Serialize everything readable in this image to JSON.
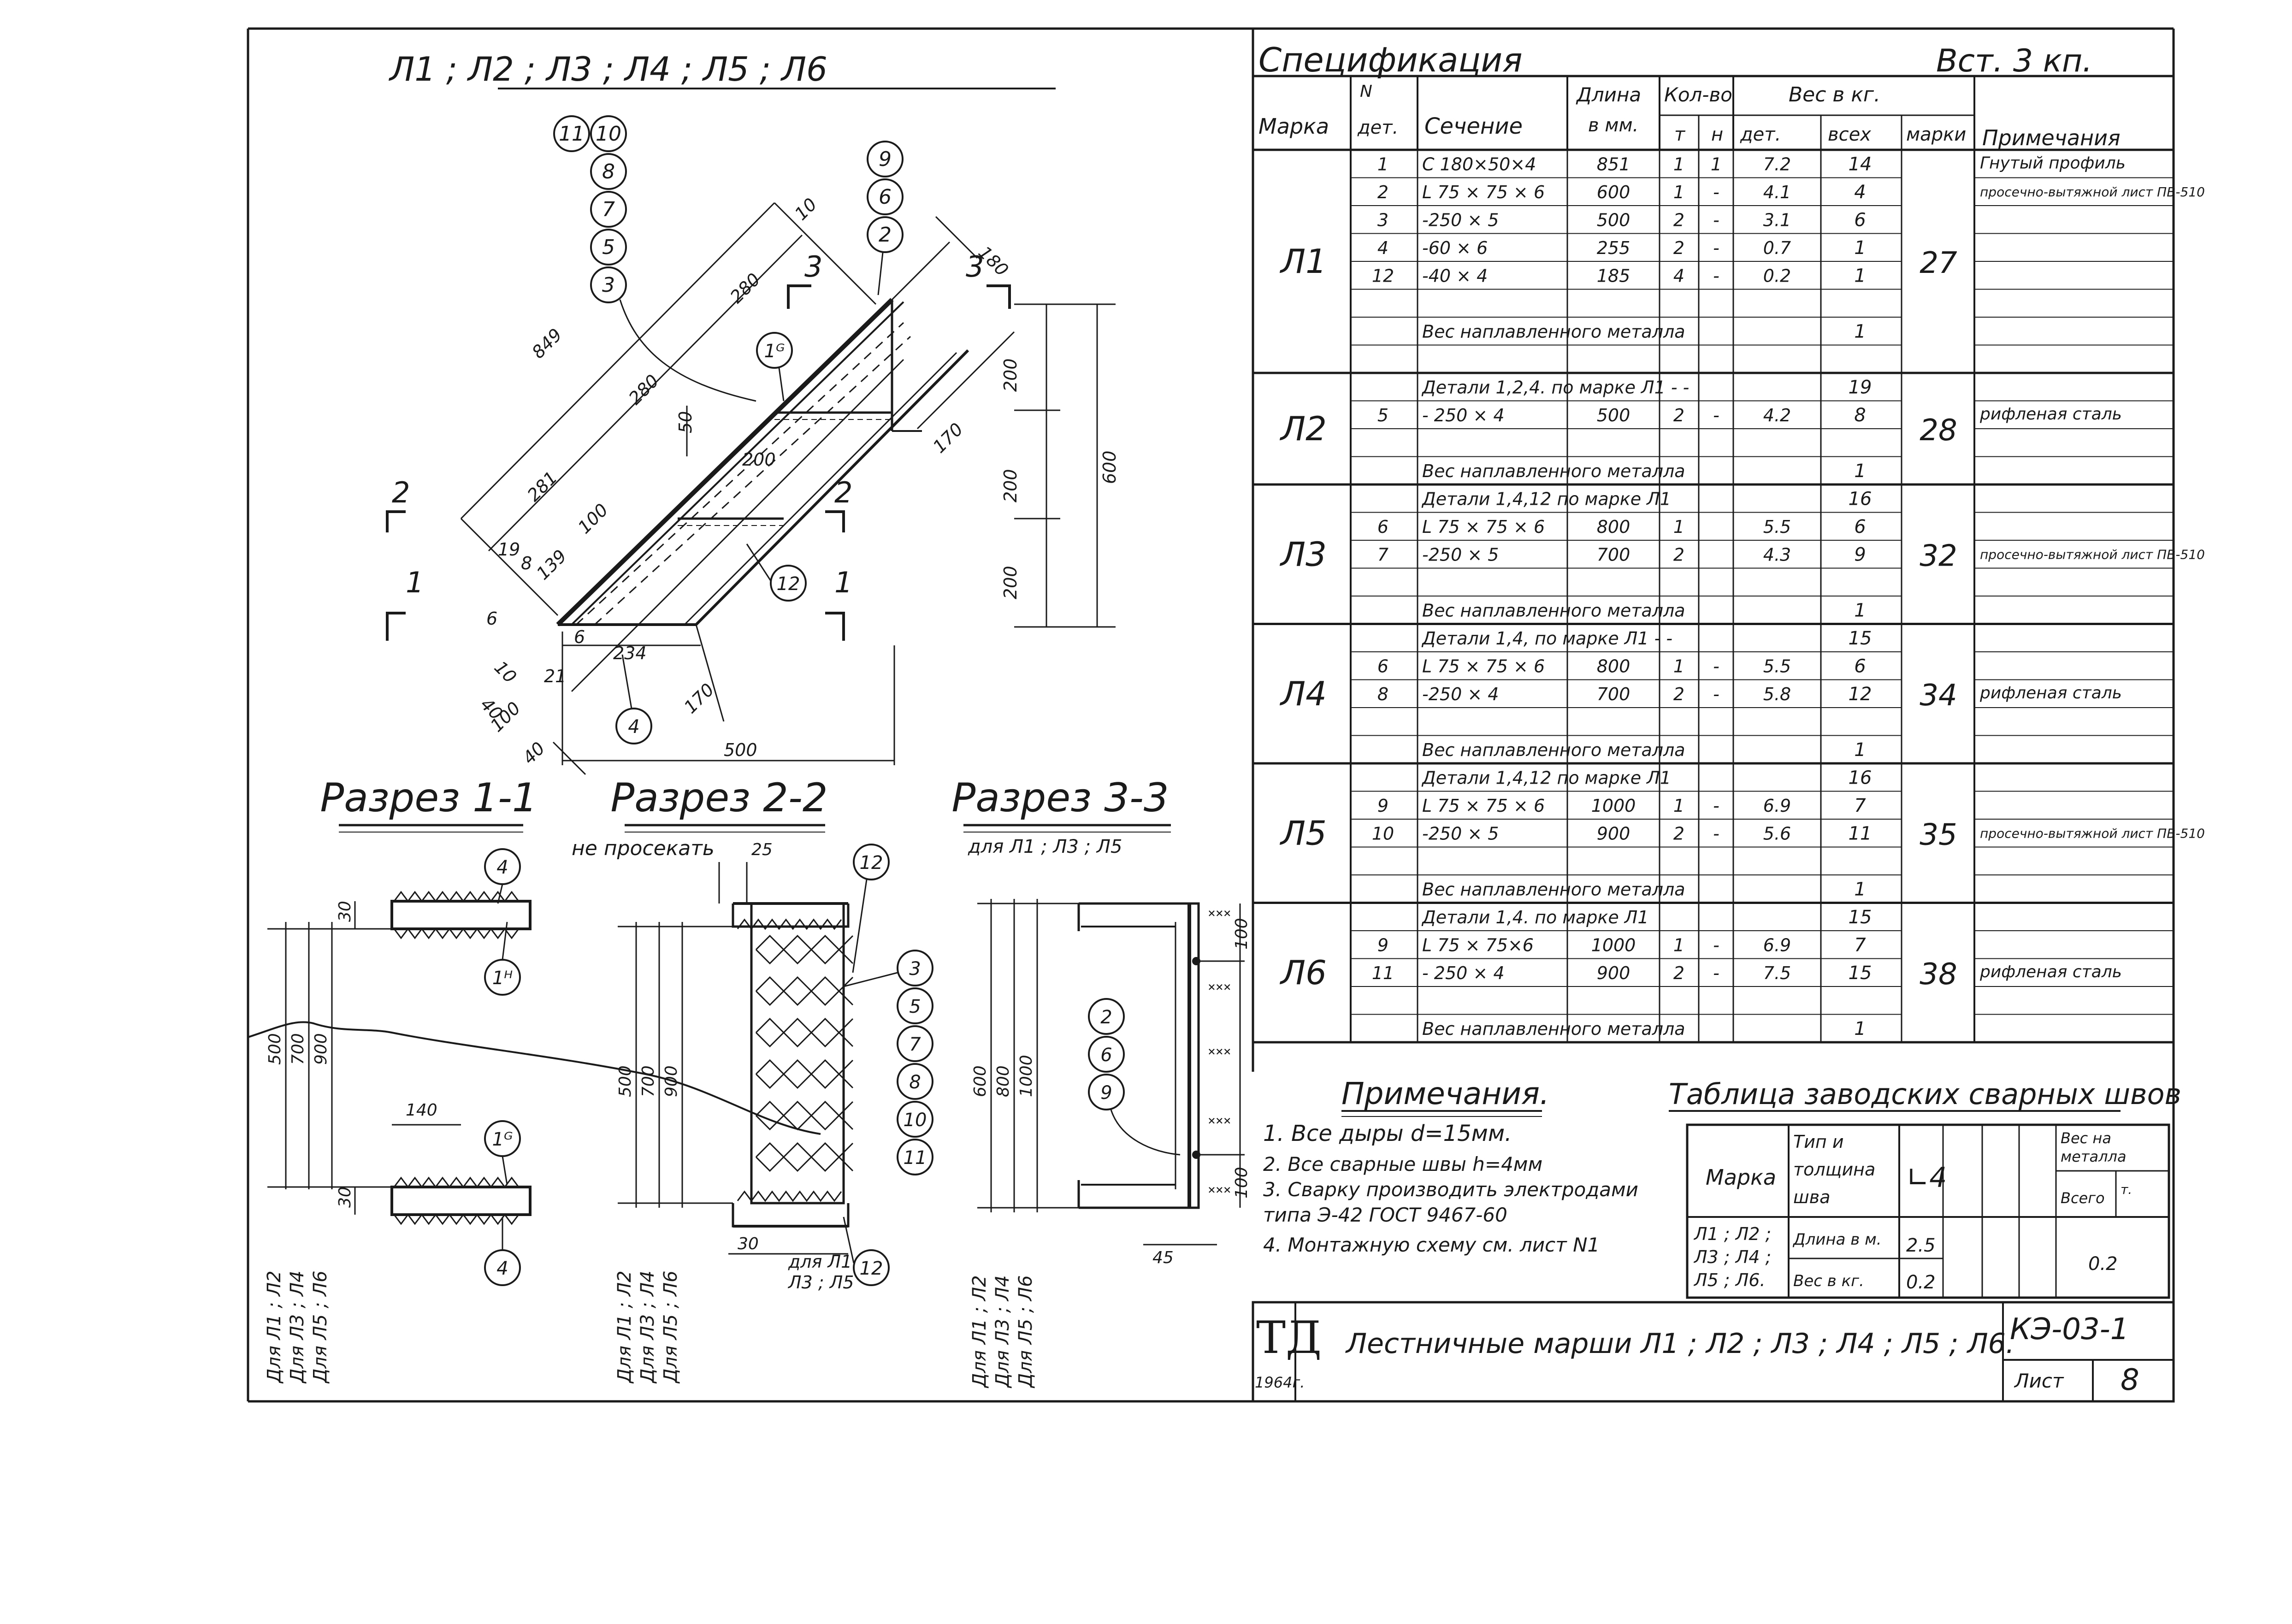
{
  "drawing": {
    "title": "Л1 ; Л2 ; Л3 ; Л4 ; Л5 ; Л6",
    "callouts_left": [
      "11",
      "10",
      "8",
      "7",
      "5",
      "3"
    ],
    "callouts_top": [
      "9",
      "6",
      "2"
    ],
    "callout_1g": "1ᴳ",
    "callout_12": "12",
    "callout_4": "4",
    "section_marks": {
      "s1": "1",
      "s2": "2",
      "s3": "3"
    },
    "dims": {
      "d849": "849",
      "d280a": "280",
      "d280b": "280",
      "d281": "281",
      "d10": "10",
      "d180": "180",
      "d200a": "200",
      "d200b": "200",
      "d200c": "200",
      "d600": "600",
      "d170a": "170",
      "d170b": "170",
      "d50": "50",
      "d200h": "200",
      "d100": "100",
      "d19": "19",
      "d8": "8",
      "d139": "139",
      "d6a": "6",
      "d6b": "6",
      "d234": "234",
      "d10b": "10",
      "d21": "21",
      "d40": "40",
      "d100b": "100",
      "d40b": "40",
      "d500": "500"
    }
  },
  "sections": {
    "s11": {
      "title": "Разрез 1-1",
      "callouts": [
        "4",
        "1ᴴ",
        "1ᴳ",
        "4"
      ],
      "dims": [
        "30",
        "30",
        "140",
        "500",
        "700",
        "900"
      ],
      "labels": [
        "Для Л1 ; Л2",
        "Для Л3 ; Л4",
        "Для Л5 ; Л6"
      ]
    },
    "s22": {
      "title": "Разрез 2-2",
      "note": "не просекать",
      "d25": "25",
      "callouts": [
        "12",
        "3",
        "5",
        "7",
        "8",
        "10",
        "11",
        "12"
      ],
      "dims": [
        "500",
        "700",
        "900",
        "30"
      ],
      "bottom_note_1": "для Л1",
      "bottom_note_2": "Л3 ; Л5",
      "labels": [
        "Для Л1 ; Л2",
        "Для Л3 ; Л4",
        "Для Л5 ; Л6"
      ]
    },
    "s33": {
      "title": "Разрез 3-3",
      "note": "для Л1 ; Л3 ; Л5",
      "callouts": [
        "2",
        "6",
        "9"
      ],
      "dims": [
        "600",
        "800",
        "1000",
        "100",
        "100",
        "45"
      ],
      "labels": [
        "Для Л1 ; Л2",
        "Для Л3 ; Л4",
        "Для Л5 ; Л6"
      ]
    }
  },
  "spec": {
    "title": "Спецификация",
    "material": "Вст. 3 кп.",
    "headers": {
      "marka": "Марка",
      "n_det_1": "N",
      "n_det_2": "дет.",
      "sechenie": "Сечение",
      "dlina_1": "Длина",
      "dlina_2": "в мм.",
      "kolvo": "Кол-во",
      "t": "т",
      "n": "н",
      "ves": "Вес в кг.",
      "ves_det": "дет.",
      "ves_vseh": "всех",
      "ves_marki": "марки",
      "primech": "Примечания"
    },
    "groups": [
      {
        "mark": "Л1",
        "total": "27",
        "rows": [
          {
            "n": "1",
            "sec": "С 180×50×4",
            "len": "851",
            "t": "1",
            "h": "1",
            "wd": "7.2",
            "wa": "14",
            "note": "Гнутый профиль"
          },
          {
            "n": "2",
            "sec": "L 75 × 75 × 6",
            "len": "600",
            "t": "1",
            "h": "-",
            "wd": "4.1",
            "wa": "4",
            "note": "просечно-вытяжной лист ПВ-510"
          },
          {
            "n": "3",
            "sec": "-250 × 5",
            "len": "500",
            "t": "2",
            "h": "-",
            "wd": "3.1",
            "wa": "6",
            "note": ""
          },
          {
            "n": "4",
            "sec": "-60 × 6",
            "len": "255",
            "t": "2",
            "h": "-",
            "wd": "0.7",
            "wa": "1",
            "note": ""
          },
          {
            "n": "12",
            "sec": "-40 × 4",
            "len": "185",
            "t": "4",
            "h": "-",
            "wd": "0.2",
            "wa": "1",
            "note": ""
          },
          {
            "n": "",
            "sec": "",
            "len": "",
            "t": "",
            "h": "",
            "wd": "",
            "wa": "",
            "note": ""
          },
          {
            "n": "",
            "sec": "Вес наплавленного металла",
            "len": "",
            "t": "",
            "h": "",
            "wd": "",
            "wa": "1",
            "note": "",
            "span": true
          },
          {
            "n": "",
            "sec": "",
            "len": "",
            "t": "",
            "h": "",
            "wd": "",
            "wa": "",
            "note": ""
          }
        ]
      },
      {
        "mark": "Л2",
        "total": "28",
        "rows": [
          {
            "n": "",
            "sec": "Детали 1,2,4.   по марке Л1   -   -",
            "len": "",
            "t": "",
            "h": "",
            "wd": "",
            "wa": "19",
            "note": "",
            "span": true
          },
          {
            "n": "5",
            "sec": "- 250 × 4",
            "len": "500",
            "t": "2",
            "h": "-",
            "wd": "4.2",
            "wa": "8",
            "note": "рифленая сталь"
          },
          {
            "n": "",
            "sec": "",
            "len": "",
            "t": "",
            "h": "",
            "wd": "",
            "wa": "",
            "note": ""
          },
          {
            "n": "",
            "sec": "Вес наплавленного металла",
            "len": "",
            "t": "",
            "h": "",
            "wd": "",
            "wa": "1",
            "note": "",
            "span": true
          }
        ]
      },
      {
        "mark": "Л3",
        "total": "32",
        "rows": [
          {
            "n": "",
            "sec": "Детали 1,4,12 по марке Л1",
            "len": "",
            "t": "",
            "h": "",
            "wd": "",
            "wa": "16",
            "note": "",
            "span": true
          },
          {
            "n": "6",
            "sec": "L 75 × 75 × 6",
            "len": "800",
            "t": "1",
            "h": "",
            "wd": "5.5",
            "wa": "6",
            "note": ""
          },
          {
            "n": "7",
            "sec": "-250 × 5",
            "len": "700",
            "t": "2",
            "h": "",
            "wd": "4.3",
            "wa": "9",
            "note": "просечно-вытяжной лист ПВ-510"
          },
          {
            "n": "",
            "sec": "",
            "len": "",
            "t": "",
            "h": "",
            "wd": "",
            "wa": "",
            "note": ""
          },
          {
            "n": "",
            "sec": "Вес наплавленного металла",
            "len": "",
            "t": "",
            "h": "",
            "wd": "",
            "wa": "1",
            "note": "",
            "span": true
          }
        ]
      },
      {
        "mark": "Л4",
        "total": "34",
        "rows": [
          {
            "n": "",
            "sec": "Детали 1,4,   по марке Л1   -   -",
            "len": "",
            "t": "",
            "h": "",
            "wd": "",
            "wa": "15",
            "note": "",
            "span": true
          },
          {
            "n": "6",
            "sec": "L 75 × 75 × 6",
            "len": "800",
            "t": "1",
            "h": "-",
            "wd": "5.5",
            "wa": "6",
            "note": ""
          },
          {
            "n": "8",
            "sec": "-250 × 4",
            "len": "700",
            "t": "2",
            "h": "-",
            "wd": "5.8",
            "wa": "12",
            "note": "рифленая сталь"
          },
          {
            "n": "",
            "sec": "",
            "len": "",
            "t": "",
            "h": "",
            "wd": "",
            "wa": "",
            "note": ""
          },
          {
            "n": "",
            "sec": "Вес наплавленного металла",
            "len": "",
            "t": "",
            "h": "",
            "wd": "",
            "wa": "1",
            "note": "",
            "span": true
          }
        ]
      },
      {
        "mark": "Л5",
        "total": "35",
        "rows": [
          {
            "n": "",
            "sec": "Детали 1,4,12 по марке Л1",
            "len": "",
            "t": "",
            "h": "",
            "wd": "",
            "wa": "16",
            "note": "",
            "span": true
          },
          {
            "n": "9",
            "sec": "L 75 × 75 × 6",
            "len": "1000",
            "t": "1",
            "h": "-",
            "wd": "6.9",
            "wa": "7",
            "note": ""
          },
          {
            "n": "10",
            "sec": "-250 × 5",
            "len": "900",
            "t": "2",
            "h": "-",
            "wd": "5.6",
            "wa": "11",
            "note": "просечно-вытяжной лист ПВ-510"
          },
          {
            "n": "",
            "sec": "",
            "len": "",
            "t": "",
            "h": "",
            "wd": "",
            "wa": "",
            "note": ""
          },
          {
            "n": "",
            "sec": "Вес наплавленного металла",
            "len": "",
            "t": "",
            "h": "",
            "wd": "",
            "wa": "1",
            "note": "",
            "span": true
          }
        ]
      },
      {
        "mark": "Л6",
        "total": "38",
        "rows": [
          {
            "n": "",
            "sec": "Детали 1,4.   по марке Л1",
            "len": "",
            "t": "",
            "h": "",
            "wd": "",
            "wa": "15",
            "note": "",
            "span": true
          },
          {
            "n": "9",
            "sec": "L 75 × 75×6",
            "len": "1000",
            "t": "1",
            "h": "-",
            "wd": "6.9",
            "wa": "7",
            "note": ""
          },
          {
            "n": "11",
            "sec": "- 250 × 4",
            "len": "900",
            "t": "2",
            "h": "-",
            "wd": "7.5",
            "wa": "15",
            "note": "рифленая сталь"
          },
          {
            "n": "",
            "sec": "",
            "len": "",
            "t": "",
            "h": "",
            "wd": "",
            "wa": "",
            "note": ""
          },
          {
            "n": "",
            "sec": "Вес наплавленного металла",
            "len": "",
            "t": "",
            "h": "",
            "wd": "",
            "wa": "1",
            "note": "",
            "span": true
          }
        ]
      }
    ]
  },
  "notes": {
    "title": "Примечания.",
    "items": [
      "1.  Все дыры d=15мм.",
      "2.  Все сварные швы h=4мм",
      "3.  Сварку производить электродами",
      "     типа Э-42 ГОСТ 9467-60",
      "4.  Монтажную схему см. лист N1"
    ]
  },
  "welds": {
    "title": "Таблица заводских сварных швов",
    "h_marka": "Марка",
    "h_type_1": "Тип и",
    "h_type_2": "толщина",
    "h_type_3": "шва",
    "h_sym": "∟4",
    "h_ves_1": "Вес на",
    "h_ves_2": "металла",
    "h_vsego": "Всего",
    "h_in": "т.",
    "marks_1": "Л1 ; Л2 ;",
    "marks_2": "Л3 ; Л4 ;",
    "marks_3": "Л5 ; Л6.",
    "dlina_label": "Длина в м.",
    "dlina_val": "2.5",
    "ves_label": "Вес в кг.",
    "ves_val": "0.2",
    "total_val": "0.2"
  },
  "stamp": {
    "logo": "ТД",
    "year": "1964г.",
    "title": "Лестничные марши  Л1 ; Л2 ; Л3 ; Л4 ; Л5 ; Л6.",
    "code": "КЭ-03-1",
    "sheet_label": "Лист",
    "sheet_num": "8"
  }
}
